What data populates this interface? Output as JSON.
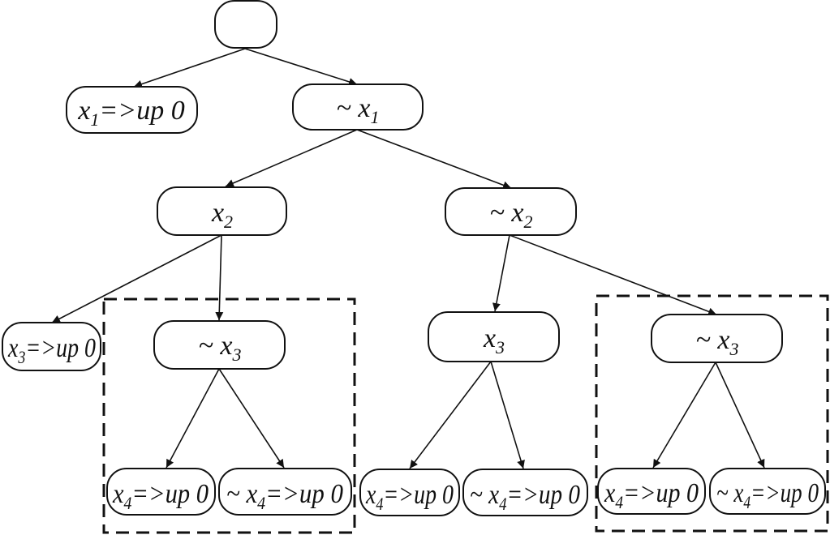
{
  "colors": {
    "stroke": "#111111",
    "background": "#ffffff"
  },
  "nodes": {
    "root": {
      "main": "",
      "sub": "",
      "tail": ""
    },
    "x1_up0": {
      "main": "x",
      "sub": "1",
      "tail": "=>up 0"
    },
    "not_x1": {
      "main": "~ x",
      "sub": "1",
      "tail": ""
    },
    "x2": {
      "main": "x",
      "sub": "2",
      "tail": ""
    },
    "not_x2": {
      "main": "~ x",
      "sub": "2",
      "tail": ""
    },
    "x3_up0": {
      "main": "x",
      "sub": "3",
      "tail": "=>up 0"
    },
    "not_x3_left": {
      "main": "~ x",
      "sub": "3",
      "tail": ""
    },
    "x3": {
      "main": "x",
      "sub": "3",
      "tail": ""
    },
    "not_x3_right": {
      "main": "~ x",
      "sub": "3",
      "tail": ""
    },
    "l1": {
      "main": "x",
      "sub": "4",
      "tail": "=>up 0"
    },
    "l2": {
      "main": "~  x",
      "sub": "4",
      "tail": "=>up 0"
    },
    "l3": {
      "main": "x",
      "sub": "4",
      "tail": "=>up 0"
    },
    "l4": {
      "main": "~  x",
      "sub": "4",
      "tail": "=>up 0"
    },
    "l5": {
      "main": "x",
      "sub": "4",
      "tail": "=>up 0"
    },
    "l6": {
      "main": "~  x",
      "sub": "4",
      "tail": "=>up 0"
    }
  }
}
